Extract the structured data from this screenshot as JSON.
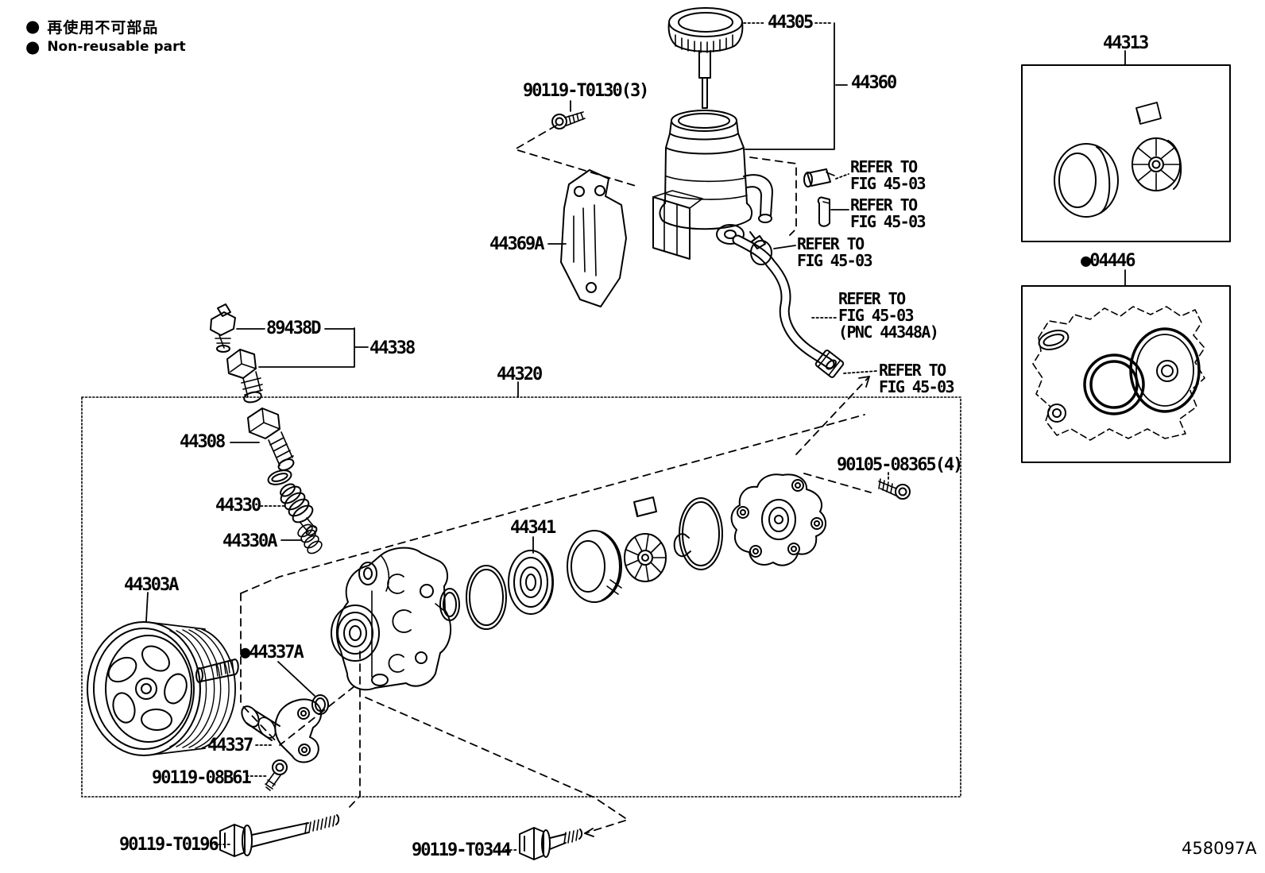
{
  "legend": {
    "items": [
      {
        "bullet": "●",
        "text": "再使用不可部品"
      },
      {
        "bullet": "●",
        "text": "Non-reusable part"
      }
    ]
  },
  "figure_code": "458097A",
  "callouts": [
    {
      "id": "44305",
      "label": "44305"
    },
    {
      "id": "44360",
      "label": "44360"
    },
    {
      "id": "90119-T0130",
      "label": "90119-T0130(3)"
    },
    {
      "id": "44369A",
      "label": "44369A"
    },
    {
      "id": "44313",
      "label": "44313"
    },
    {
      "id": "04446",
      "label": "●04446"
    },
    {
      "id": "89438D",
      "label": "89438D"
    },
    {
      "id": "44338",
      "label": "44338"
    },
    {
      "id": "44320",
      "label": "44320"
    },
    {
      "id": "44308",
      "label": "44308"
    },
    {
      "id": "44330",
      "label": "44330"
    },
    {
      "id": "44330A",
      "label": "44330A"
    },
    {
      "id": "44341",
      "label": "44341"
    },
    {
      "id": "90105-08365",
      "label": "90105-08365(4)"
    },
    {
      "id": "44303A",
      "label": "44303A"
    },
    {
      "id": "44337A",
      "label": "●44337A"
    },
    {
      "id": "44337",
      "label": "44337"
    },
    {
      "id": "90119-08B61",
      "label": "90119-08B61"
    },
    {
      "id": "90119-T0196",
      "label": "90119-T0196"
    },
    {
      "id": "90119-T0344",
      "label": "90119-T0344"
    }
  ],
  "refer_notes": [
    {
      "lines": [
        "REFER TO",
        "FIG 45-03"
      ]
    },
    {
      "lines": [
        "REFER TO",
        "FIG 45-03"
      ]
    },
    {
      "lines": [
        "REFER TO",
        "FIG 45-03"
      ]
    },
    {
      "lines": [
        "REFER TO",
        "FIG 45-03",
        "(PNC 44348A)"
      ]
    },
    {
      "lines": [
        "REFER TO",
        "FIG 45-03"
      ]
    }
  ],
  "colors": {
    "ink": "#000000",
    "paper": "#ffffff"
  }
}
